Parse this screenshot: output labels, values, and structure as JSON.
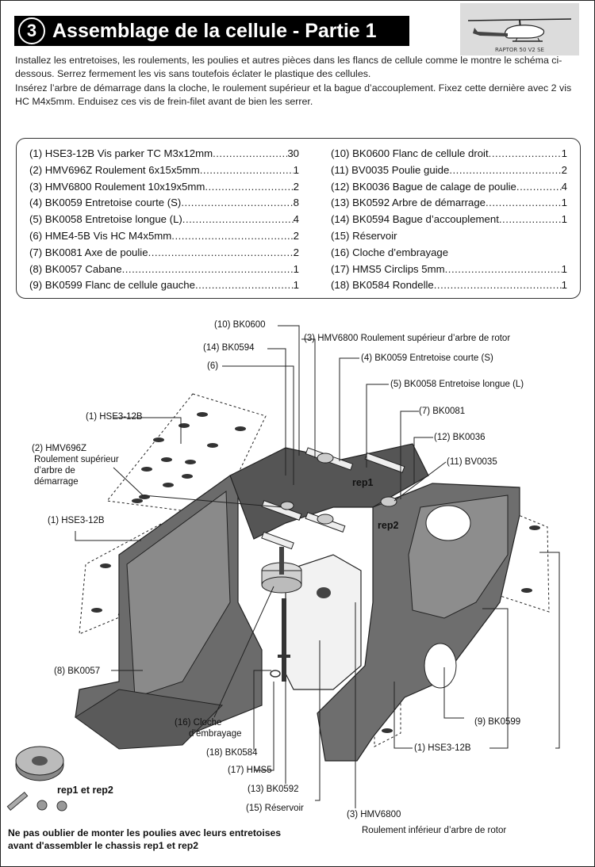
{
  "header": {
    "step_number": "3",
    "title": "Assemblage de la cellule - Partie 1",
    "logo_icon": "helicopter-logo",
    "logo_text": "RAPTOR 50 V2 SE"
  },
  "intro": {
    "line1": "Installez les entretoises, les roulements, les poulies et autres pièces dans les flancs de cellule comme le montre le schéma ci-dessous. Serrez fermement les vis sans toutefois éclater le plastique des cellules.",
    "line2": "Insérez l’arbre de démarrage dans la cloche, le roulement supérieur et la bague d’accouplement. Fixez cette dernière avec 2 vis HC M4x5mm. Enduisez ces vis de frein-filet avant de bien les serrer."
  },
  "parts_left": [
    {
      "label": "(1) HSE3-12B Vis parker TC M3x12mm",
      "qty": "30"
    },
    {
      "label": "(2) HMV696Z Roulement 6x15x5mm",
      "qty": "1"
    },
    {
      "label": "(3) HMV6800 Roulement 10x19x5mm",
      "qty": "2"
    },
    {
      "label": "(4) BK0059 Entretoise courte (S)",
      "qty": "8"
    },
    {
      "label": "(5) BK0058 Entretoise longue (L)",
      "qty": "4"
    },
    {
      "label": "(6) HME4-5B Vis HC M4x5mm",
      "qty": "2"
    },
    {
      "label": "(7) BK0081 Axe de poulie",
      "qty": "2"
    },
    {
      "label": "(8) BK0057 Cabane",
      "qty": "1"
    },
    {
      "label": "(9) BK0599 Flanc de cellule gauche",
      "qty": "1"
    }
  ],
  "parts_right": [
    {
      "label": "(10) BK0600 Flanc de cellule droit",
      "qty": "1"
    },
    {
      "label": "(11) BV0035 Poulie guide",
      "qty": "2"
    },
    {
      "label": "(12) BK0036 Bague de calage de poulie",
      "qty": "4"
    },
    {
      "label": "(13) BK0592 Arbre de démarrage",
      "qty": "1"
    },
    {
      "label": "(14) BK0594 Bague d’accouplement",
      "qty": "1"
    },
    {
      "label": "(15) Réservoir",
      "qty": ""
    },
    {
      "label": "(16) Cloche d’embrayage",
      "qty": ""
    },
    {
      "label": "(17) HMS5 Circlips 5mm",
      "qty": "1"
    },
    {
      "label": "(18) BK0584 Rondelle",
      "qty": "1"
    }
  ],
  "callouts": {
    "bk0600": "(10) BK0600",
    "hmv6800_top": "(3) HMV6800 Roulement supérieur d’arbre de rotor",
    "bk0594": "(14) BK0594",
    "bk0059": "(4) BK0059 Entretoise courte (S)",
    "six": "(6)",
    "bk0058": "(5) BK0058 Entretoise longue (L)",
    "hse_top": "(1) HSE3-12B",
    "bk0081": "(7) BK0081",
    "hmv696z_1": "(2) HMV696Z",
    "hmv696z_2": "Roulement supérieur",
    "hmv696z_3": "d’arbre de",
    "hmv696z_4": "démarrage",
    "bk0036": "(12) BK0036",
    "bv0035": "(11) BV0035",
    "rep1": "rep1",
    "rep2": "rep2",
    "hse_left": "(1) HSE3-12B",
    "bk0057": "(8) BK0057",
    "cloche_1": "(16) Cloche",
    "cloche_2": "d’embrayage",
    "bk0599": "(9) BK0599",
    "hse_bottom": "(1) HSE3-12B",
    "bk0584": "(18) BK0584",
    "hms5": "(17) HMS5",
    "bk0592": "(13) BK0592",
    "reservoir": "(15) Réservoir",
    "hmv6800_bottom_1": "(3) HMV6800",
    "hmv6800_bottom_2": "Roulement inférieur d’arbre de rotor",
    "rep1_rep2": "rep1 et rep2"
  },
  "footer": {
    "line1": "Ne pas oublier de monter les poulies avec leurs entretoises",
    "line2": "avant d'assembler le chassis rep1 et rep2"
  }
}
